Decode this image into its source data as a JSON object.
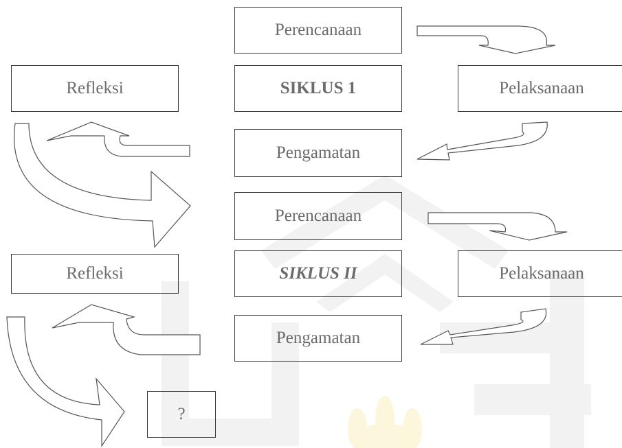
{
  "cycle1": {
    "perencanaan": "Perencanaan",
    "siklus": "SIKLUS 1",
    "refleksi": "Refleksi",
    "pelaksanaan": "Pelaksanaan",
    "pengamatan": "Pengamatan"
  },
  "cycle2": {
    "perencanaan": "Perencanaan",
    "siklus": "SIKLUS II",
    "refleksi": "Refleksi",
    "pelaksanaan": "Pelaksanaan",
    "pengamatan": "Pengamatan"
  },
  "next": {
    "label": "?"
  },
  "colors": {
    "text": "#6b6b6b",
    "border": "#3a3a3a",
    "arrow_stroke": "#555555",
    "watermark": "#f1f1f1",
    "watermark_accent": "#fbf5d8"
  }
}
